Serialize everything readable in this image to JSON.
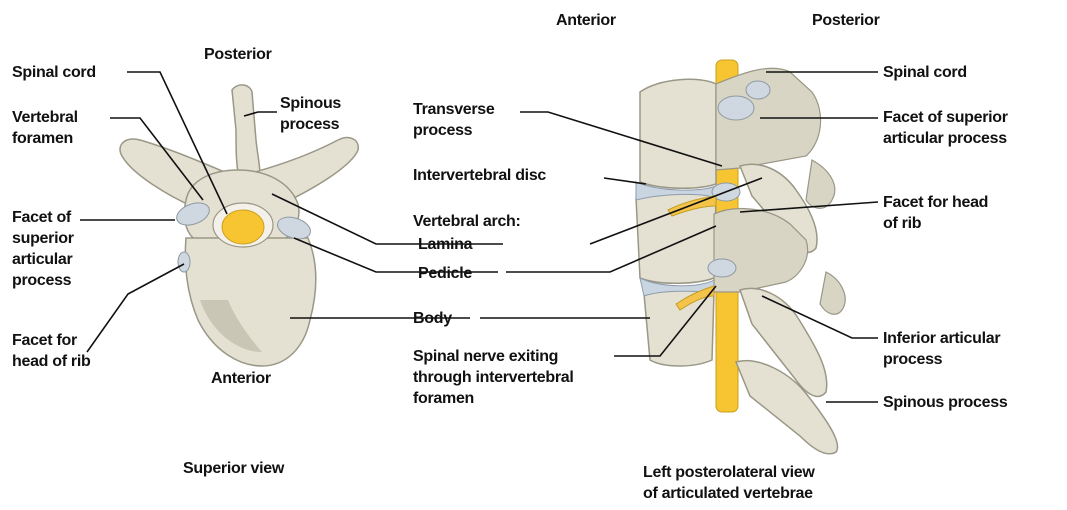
{
  "colors": {
    "bone": "#e4e1d3",
    "bone_outline": "#9a9786",
    "spinal_cord": "#f7c531",
    "articular_facet": "#cfd8e0",
    "intervertebral_disc": "#c9d6e2",
    "leader_line": "#111111"
  },
  "superior": {
    "posterior": "Posterior",
    "anterior": "Anterior",
    "spinal_cord": "Spinal cord",
    "spinous_process": [
      "Spinous",
      "process"
    ],
    "vertebral_foramen": [
      "Vertebral",
      "foramen"
    ],
    "facet_superior": [
      "Facet of",
      "superior",
      "articular",
      "process"
    ],
    "facet_head_rib": [
      "Facet for",
      "head of rib"
    ],
    "view_caption": "Superior view"
  },
  "middle": {
    "transverse_process": [
      "Transverse",
      "process"
    ],
    "intervertebral_disc": "Intervertebral disc",
    "vertebral_arch": "Vertebral arch:",
    "lamina": "Lamina",
    "pedicle": "Pedicle",
    "body": "Body",
    "spinal_nerve": [
      "Spinal nerve exiting",
      "through intervertebral",
      "foramen"
    ]
  },
  "lateral": {
    "anterior": "Anterior",
    "posterior": "Posterior",
    "spinal_cord": "Spinal cord",
    "facet_superior": [
      "Facet of superior",
      "articular process"
    ],
    "facet_head_rib": [
      "Facet for head",
      "of rib"
    ],
    "inferior_articular": [
      "Inferior articular",
      "process"
    ],
    "spinous_process": "Spinous process",
    "view_caption": [
      "Left posterolateral view",
      "of articulated vertebrae"
    ]
  }
}
